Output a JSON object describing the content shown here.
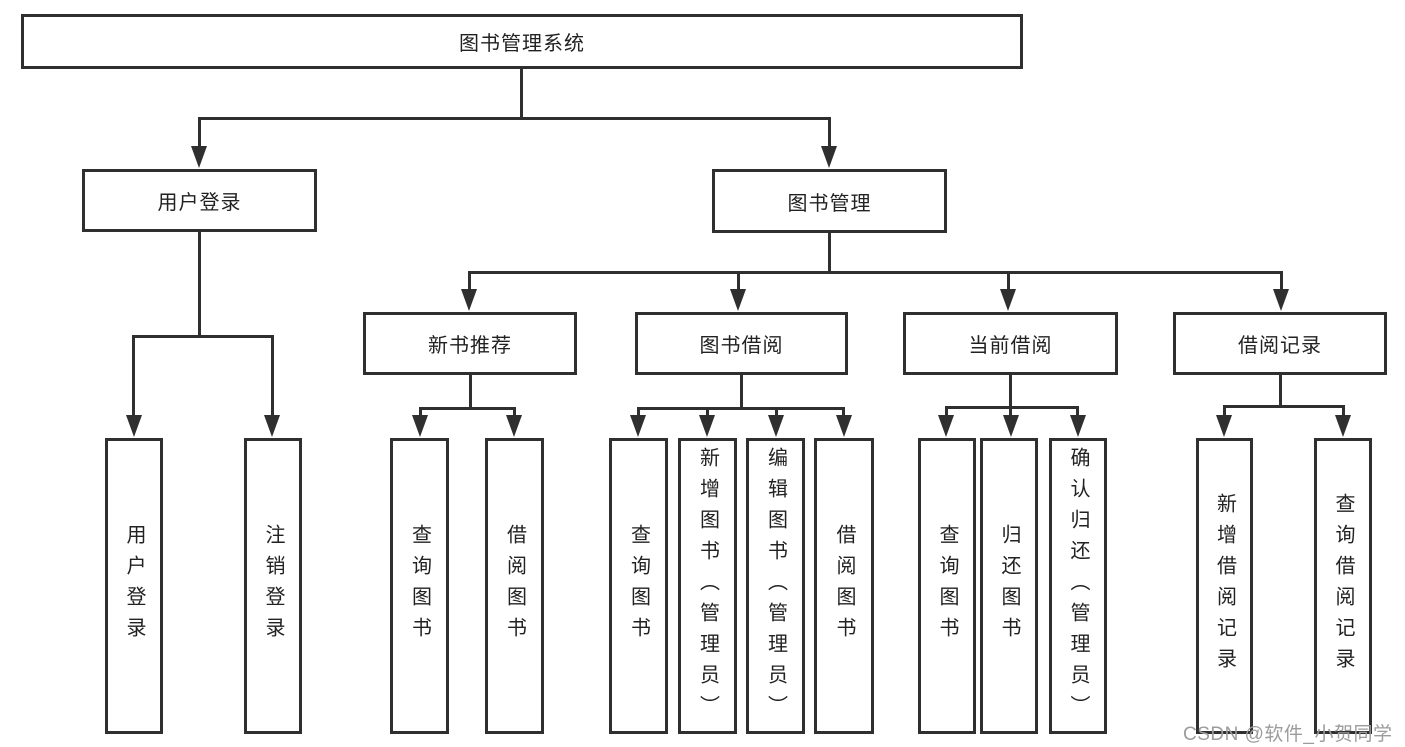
{
  "tree": {
    "root": {
      "label": "图书管理系统",
      "children": [
        {
          "label": "用户登录",
          "children": [
            {
              "label": "用户登录"
            },
            {
              "label": "注销登录"
            }
          ]
        },
        {
          "label": "图书管理",
          "children": [
            {
              "label": "新书推荐",
              "children": [
                {
                  "label": "查询图书"
                },
                {
                  "label": "借阅图书"
                }
              ]
            },
            {
              "label": "图书借阅",
              "children": [
                {
                  "label": "查询图书"
                },
                {
                  "label": "新增图书（管理员）"
                },
                {
                  "label": "编辑图书（管理员）"
                },
                {
                  "label": "借阅图书"
                }
              ]
            },
            {
              "label": "当前借阅",
              "children": [
                {
                  "label": "查询图书"
                },
                {
                  "label": "归还图书"
                },
                {
                  "label": "确认归还（管理员）"
                }
              ]
            },
            {
              "label": "借阅记录",
              "children": [
                {
                  "label": "新增借阅记录"
                },
                {
                  "label": "查询借阅记录"
                }
              ]
            }
          ]
        }
      ]
    }
  },
  "watermark": {
    "text": "CSDN @软件_小贺同学"
  },
  "colors": {
    "line": "#2f2f2f",
    "box_border": "#2f2f2f",
    "text": "#222222",
    "background": "#ffffff",
    "watermark": "#9c9c9c"
  }
}
